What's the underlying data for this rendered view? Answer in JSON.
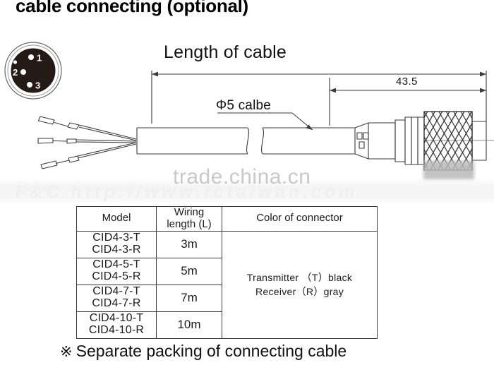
{
  "title": "cable connecting (optional)",
  "diagram": {
    "length_label": "Length of cable",
    "diameter_label": "Φ5 calbe",
    "dimension_435": "43.5",
    "pinout": {
      "pins": [
        {
          "number": "1"
        },
        {
          "number": "2"
        },
        {
          "number": "3"
        }
      ]
    }
  },
  "watermarks": {
    "trade": "trade.china.cn",
    "fc": "F&C http://www.fctaiwan.com"
  },
  "table": {
    "headers": {
      "model": "Model",
      "wiring_length_line1": "Wiring",
      "wiring_length_line2": "length (L)",
      "color": "Color of connector"
    },
    "rows": [
      {
        "model_t": "CID4-3-T",
        "model_r": "CID4-3-R",
        "length": "3m"
      },
      {
        "model_t": "CID4-5-T",
        "model_r": "CID4-5-R",
        "length": "5m"
      },
      {
        "model_t": "CID4-7-T",
        "model_r": "CID4-7-R",
        "length": "7m"
      },
      {
        "model_t": "CID4-10-T",
        "model_r": "CID4-10-R",
        "length": "10m"
      }
    ],
    "color_cell_line1": "Transmitter （T）black",
    "color_cell_line2": "Receiver（R）gray"
  },
  "footer": {
    "mark": "※",
    "text": "Separate packing of connecting cable"
  },
  "colors": {
    "line": "#3a3a3a",
    "connector_body": "#241a16",
    "watermark_gray": "#c9c9c9",
    "watermark_light": "#efefef"
  }
}
